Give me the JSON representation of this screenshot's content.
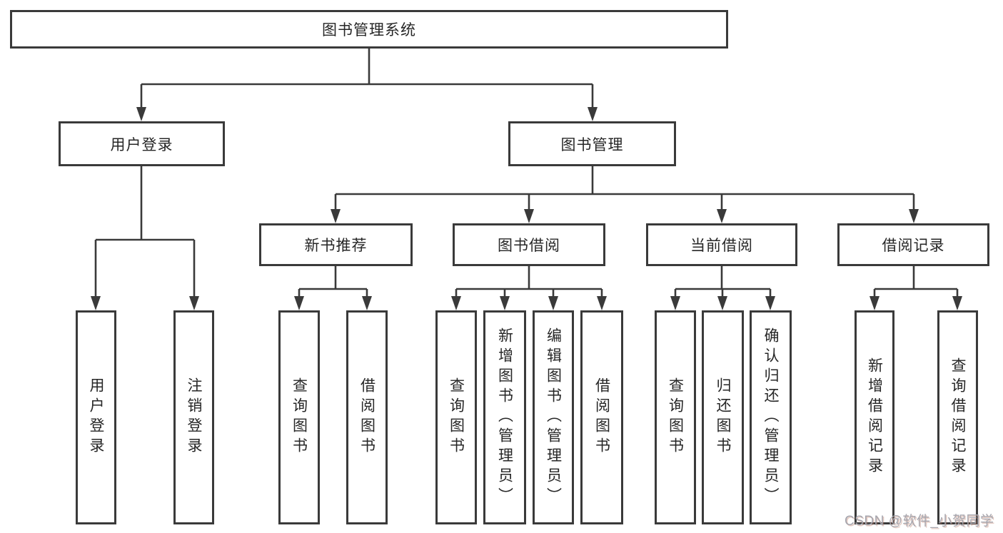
{
  "tree": {
    "label": "图书管理系统",
    "children": [
      {
        "label": "用户登录",
        "children": [
          {
            "label": "用户登录"
          },
          {
            "label": "注销登录"
          }
        ]
      },
      {
        "label": "图书管理",
        "children": [
          {
            "label": "新书推荐",
            "children": [
              {
                "label": "查询图书"
              },
              {
                "label": "借阅图书"
              }
            ]
          },
          {
            "label": "图书借阅",
            "children": [
              {
                "label": "查询图书"
              },
              {
                "label": "新增图书（管理员）"
              },
              {
                "label": "编辑图书（管理员）"
              },
              {
                "label": "借阅图书"
              }
            ]
          },
          {
            "label": "当前借阅",
            "children": [
              {
                "label": "查询图书"
              },
              {
                "label": "归还图书"
              },
              {
                "label": "确认归还（管理员）"
              }
            ]
          },
          {
            "label": "借阅记录",
            "children": [
              {
                "label": "新增借阅记录"
              },
              {
                "label": "查询借阅记录"
              }
            ]
          }
        ]
      }
    ]
  },
  "watermark": {
    "text": "CSDN @软件_小贺同学"
  },
  "colors": {
    "line": "#3a3a3a",
    "text": "#262626",
    "background": "#ffffff",
    "watermark": "#a6a6ae"
  }
}
